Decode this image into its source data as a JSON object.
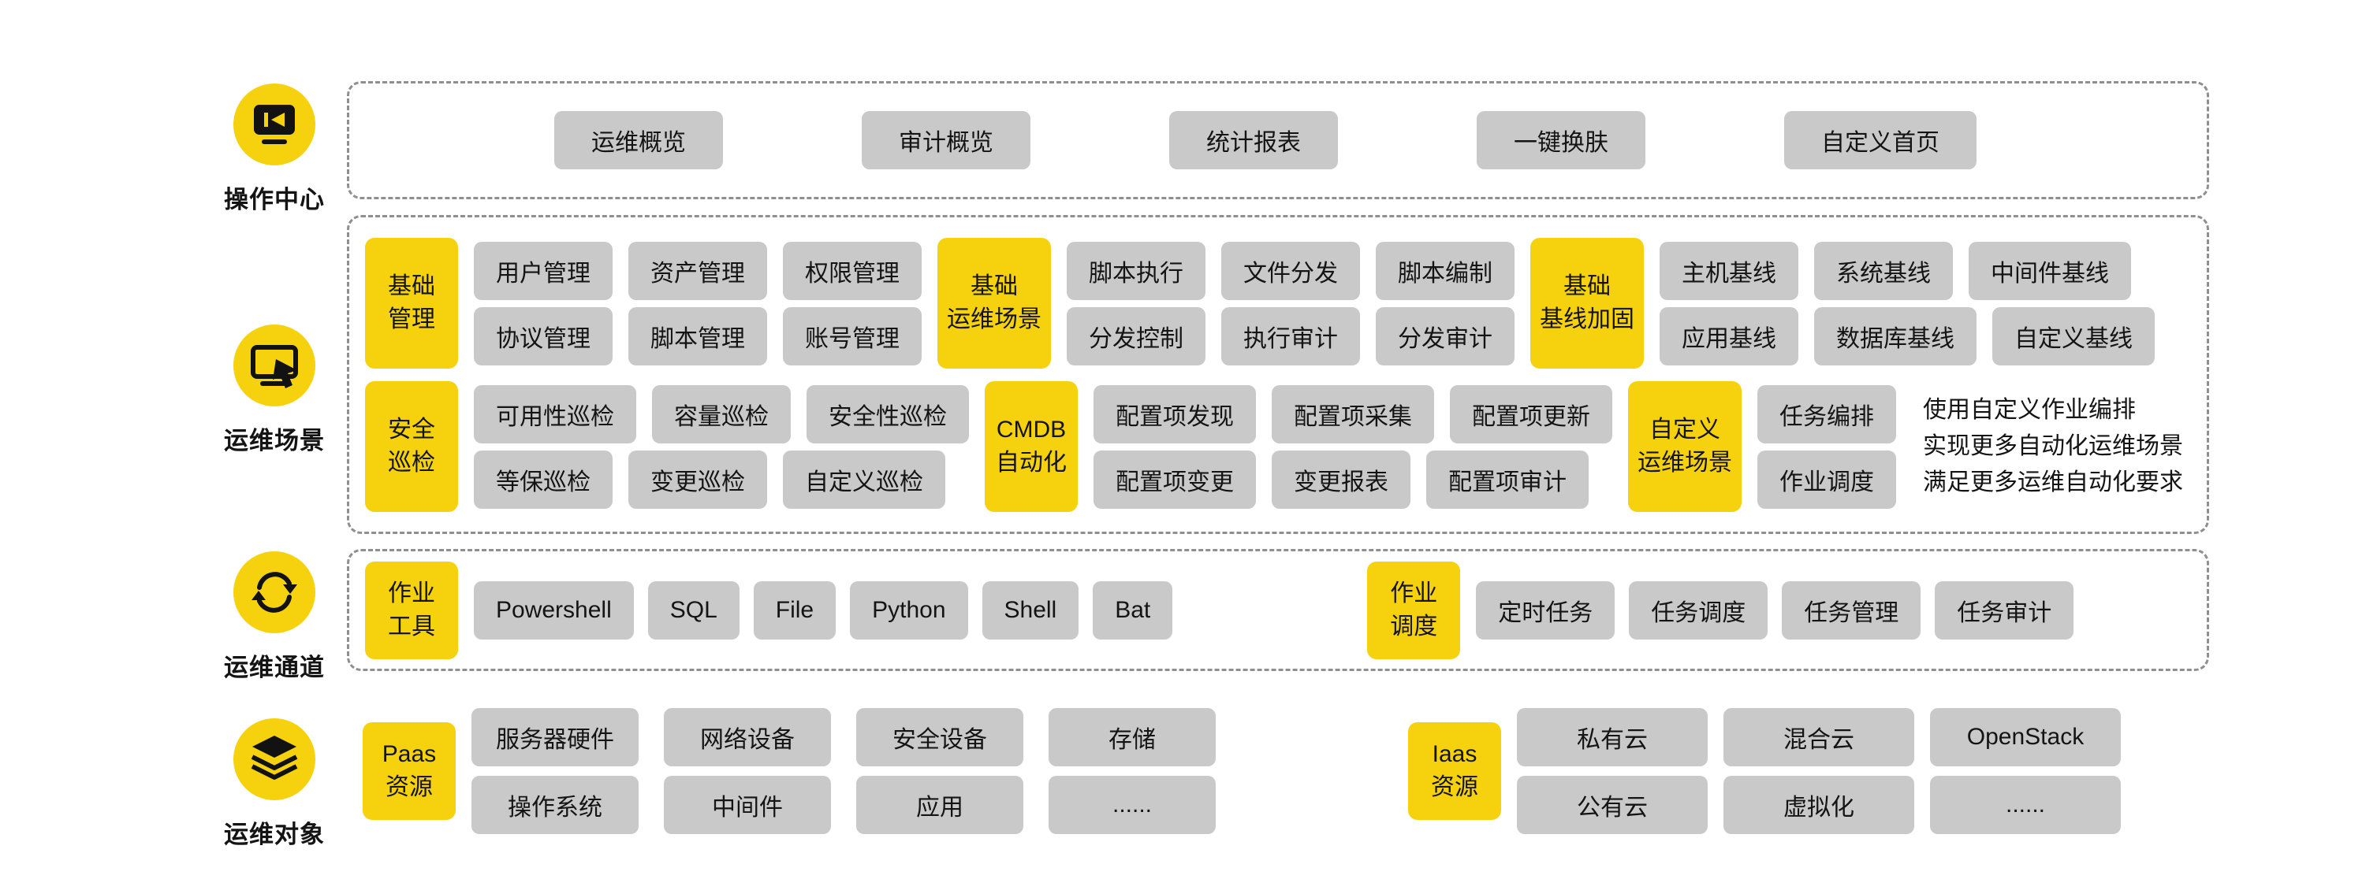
{
  "colors": {
    "yellow": "#F5D20D",
    "gray": "#C9C9C9",
    "text": "#141414",
    "dash_border": "#8F8F8F",
    "background": "#FFFFFF"
  },
  "sidebar": {
    "sections": [
      {
        "label": "操作中心",
        "icon": "operation-center-icon"
      },
      {
        "label": "运维场景",
        "icon": "ops-scenario-icon"
      },
      {
        "label": "运维通道",
        "icon": "ops-channel-icon"
      },
      {
        "label": "运维对象",
        "icon": "ops-object-icon"
      }
    ]
  },
  "operation_center": {
    "items": [
      "运维概览",
      "审计概览",
      "统计报表",
      "一键换肤",
      "自定义首页"
    ]
  },
  "scenarios": {
    "row1": [
      {
        "header": [
          "基础",
          "管理"
        ],
        "top": [
          "用户管理",
          "资产管理",
          "权限管理"
        ],
        "bottom": [
          "协议管理",
          "脚本管理",
          "账号管理"
        ]
      },
      {
        "header": [
          "基础",
          "运维场景"
        ],
        "top": [
          "脚本执行",
          "文件分发",
          "脚本编制"
        ],
        "bottom": [
          "分发控制",
          "执行审计",
          "分发审计"
        ]
      },
      {
        "header": [
          "基础",
          "基线加固"
        ],
        "top": [
          "主机基线",
          "系统基线",
          "中间件基线"
        ],
        "bottom": [
          "应用基线",
          "数据库基线",
          "自定义基线"
        ]
      }
    ],
    "row2": [
      {
        "header": [
          "安全",
          "巡检"
        ],
        "top": [
          "可用性巡检",
          "容量巡检",
          "安全性巡检"
        ],
        "bottom": [
          "等保巡检",
          "变更巡检",
          "自定义巡检"
        ]
      },
      {
        "header": [
          "CMDB",
          "自动化"
        ],
        "top": [
          "配置项发现",
          "配置项采集",
          "配置项更新"
        ],
        "bottom": [
          "配置项变更",
          "变更报表",
          "配置项审计"
        ]
      },
      {
        "header": [
          "自定义",
          "运维场景"
        ],
        "top": [
          "任务编排"
        ],
        "bottom": [
          "作业调度"
        ]
      }
    ],
    "custom_note": [
      "使用自定义作业编排",
      "实现更多自动化运维场景",
      "满足更多运维自动化要求"
    ]
  },
  "channel": {
    "tools": {
      "header": [
        "作业",
        "工具"
      ],
      "items": [
        "Powershell",
        "SQL",
        "File",
        "Python",
        "Shell",
        "Bat"
      ]
    },
    "schedule": {
      "header": [
        "作业",
        "调度"
      ],
      "items": [
        "定时任务",
        "任务调度",
        "任务管理",
        "任务审计"
      ]
    }
  },
  "objects": {
    "paas": {
      "header": [
        "Paas",
        "资源"
      ],
      "top": [
        "服务器硬件",
        "网络设备",
        "安全设备",
        "存储"
      ],
      "bottom": [
        "操作系统",
        "中间件",
        "应用",
        "......"
      ]
    },
    "iaas": {
      "header": [
        "Iaas",
        "资源"
      ],
      "top": [
        "私有云",
        "混合云",
        "OpenStack"
      ],
      "bottom": [
        "公有云",
        "虚拟化",
        "......"
      ]
    }
  }
}
